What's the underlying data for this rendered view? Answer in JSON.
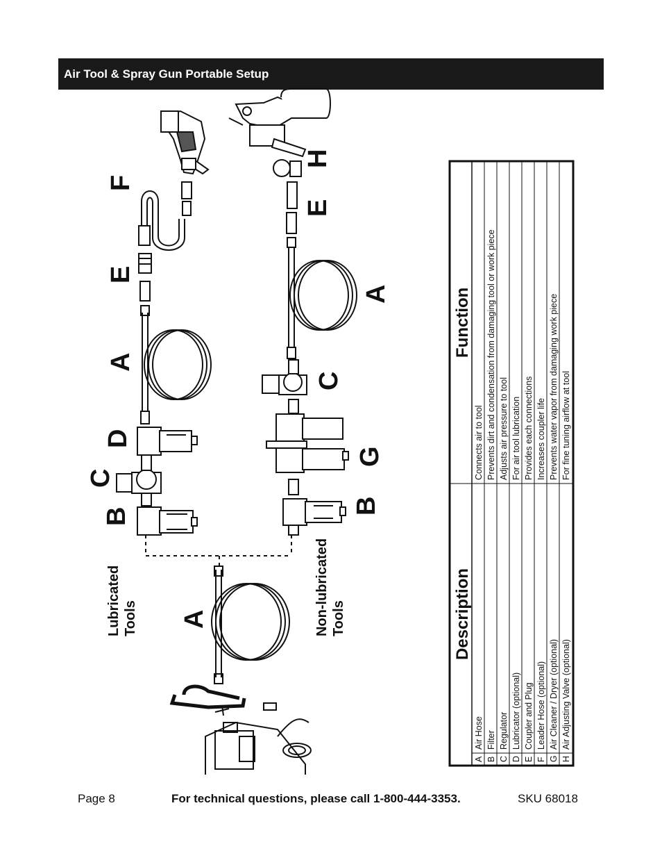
{
  "header": {
    "title": "Air Tool & Spray Gun Portable Setup"
  },
  "diagram": {
    "groups": {
      "lubricated": [
        "Lubricated",
        "Tools"
      ],
      "non_lubricated": [
        "Non-lubricated",
        "Tools"
      ]
    },
    "callouts": [
      "A",
      "B",
      "C",
      "D",
      "A",
      "E",
      "F",
      "B",
      "G",
      "C",
      "A",
      "E",
      "H"
    ]
  },
  "table": {
    "headers": {
      "description": "Description",
      "function": "Function"
    },
    "rows": [
      {
        "letter": "A",
        "description": "Air Hose",
        "function": "Connects air to tool"
      },
      {
        "letter": "B",
        "description": "Filter",
        "function": "Prevents dirt and condensation from damaging tool or work piece"
      },
      {
        "letter": "C",
        "description": "Regulator",
        "function": "Adjusts air pressure to tool"
      },
      {
        "letter": "D",
        "description": "Lubricator (optional)",
        "function": "For air tool lubrication"
      },
      {
        "letter": "E",
        "description": "Coupler and Plug",
        "function": "Provides each connections"
      },
      {
        "letter": "F",
        "description": "Leader Hose (optional)",
        "function": "Increases coupler life"
      },
      {
        "letter": "G",
        "description": "Air Cleaner / Dryer (optional)",
        "function": "Prevents water vapor from damaging work piece"
      },
      {
        "letter": "H",
        "description": "Air Adjusting Valve (optional)",
        "function": "For fine tuning airflow at tool"
      }
    ]
  },
  "footer": {
    "page": "Page 8",
    "tech": "For technical questions, please call 1-800-444-3353.",
    "sku": "SKU 68018"
  }
}
